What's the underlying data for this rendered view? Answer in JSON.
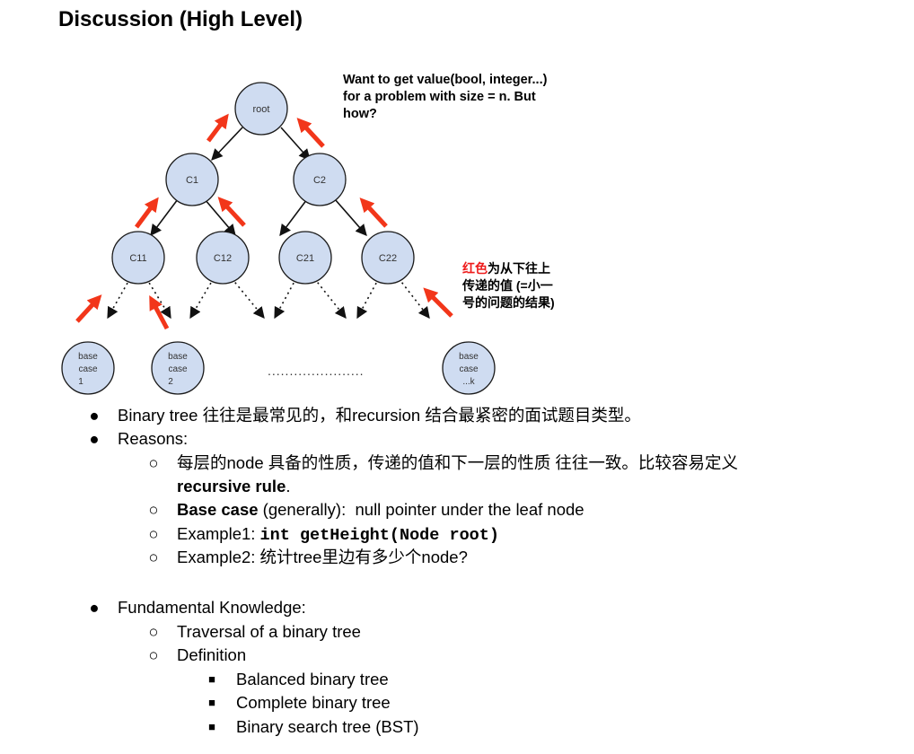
{
  "title": "Discussion (High Level)",
  "diagram": {
    "nodes": {
      "root": "root",
      "c1": "C1",
      "c2": "C2",
      "c11": "C11",
      "c12": "C12",
      "c21": "C21",
      "c22": "C22"
    },
    "base_cases": {
      "b1": [
        "base",
        "case",
        "1"
      ],
      "b2": [
        "base",
        "case",
        "2"
      ],
      "bk": [
        "base",
        "case",
        "...k"
      ]
    },
    "middle_dots": "......................",
    "note_top": [
      "Want to get value(bool, integer...)",
      "for a problem with size = n.  But",
      "how?"
    ],
    "note_red": {
      "red_part": "红色",
      "line1_rest": "为从下往上",
      "line2": "传递的值 (=小一",
      "line3": "号的问题的结果)"
    },
    "arrow_color": "#f2361a",
    "node_fill": "#cfdcf1"
  },
  "list": {
    "item1": "Binary tree 往往是最常见的，和recursion 结合最紧密的面试题目类型。",
    "item2": "Reasons:",
    "item2_sub1_a": "每层的node 具备的性质，传递的值和下一层的性质 往往一致。比较容易定义",
    "item2_sub1_b": "recursive rule",
    "item2_sub1_c": ".",
    "item2_sub2_bold": "Base case",
    "item2_sub2_rest": " (generally):  null pointer under the leaf node",
    "item2_sub3_label": "Example1: ",
    "item2_sub3_code": "int getHeight(Node root)",
    "item2_sub4": "Example2: 统计tree里边有多少个node?",
    "item3": "Fundamental Knowledge:",
    "item3_sub1": "Traversal of a binary tree",
    "item3_sub2": "Definition",
    "item3_sub2_sub1": "Balanced binary tree",
    "item3_sub2_sub2": "Complete binary tree",
    "item3_sub2_sub3": "Binary search tree (BST)"
  },
  "bullets": {
    "level1": "●",
    "level2": "○",
    "level3": "■"
  }
}
